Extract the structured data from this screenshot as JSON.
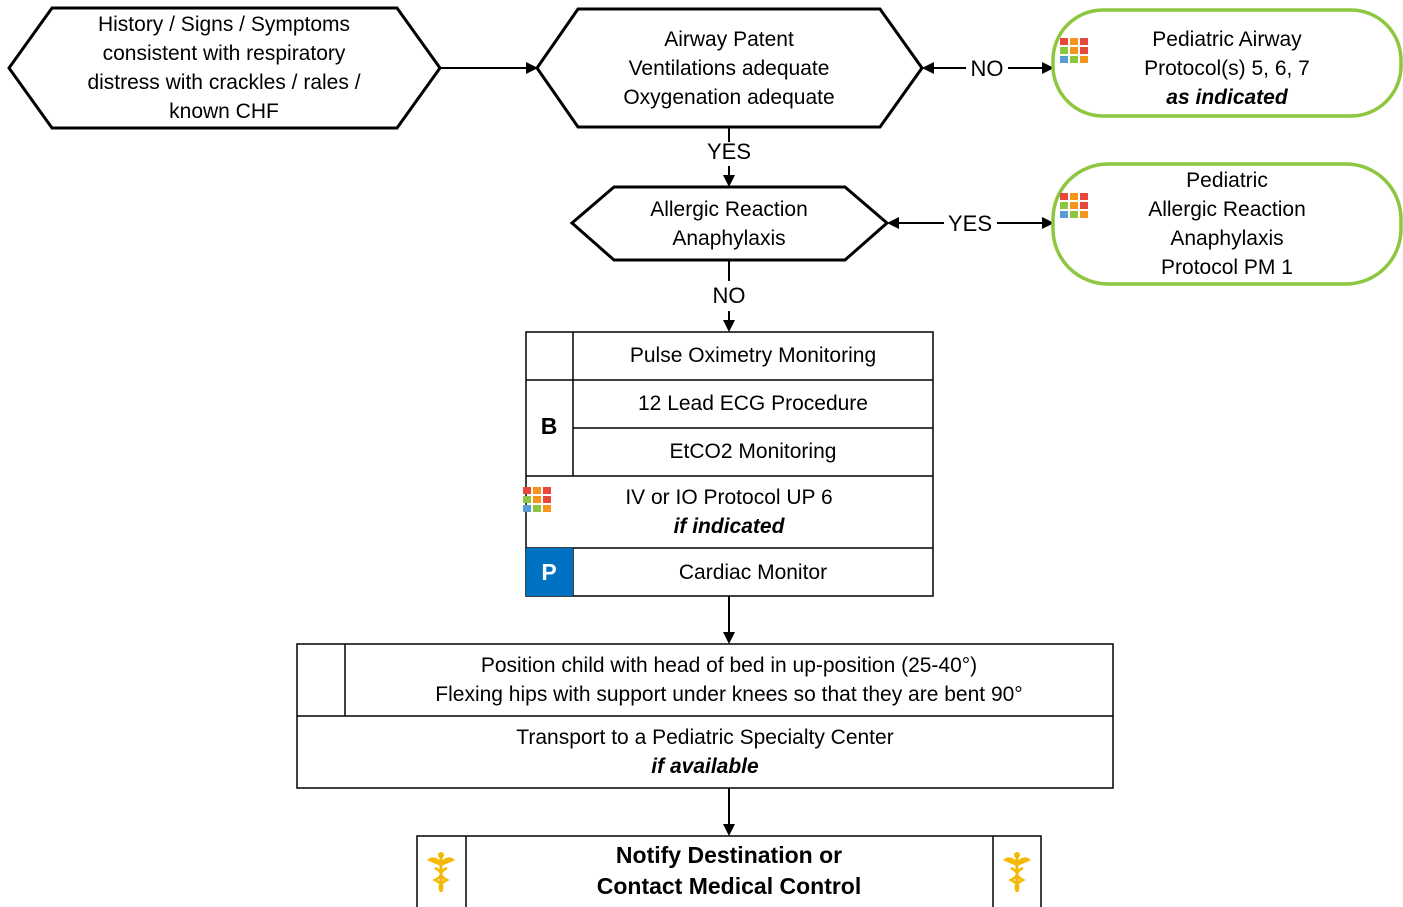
{
  "nodes": {
    "history": {
      "lines": [
        "History / Signs / Symptoms",
        "consistent with respiratory",
        "distress with crackles / rales /",
        "known CHF"
      ]
    },
    "airway": {
      "lines": [
        "Airway Patent",
        "Ventilations adequate",
        "Oxygenation adequate"
      ]
    },
    "airway_protocol": {
      "lines": [
        "Pediatric Airway",
        "Protocol(s) 5, 6, 7"
      ],
      "emphasis": "as indicated",
      "icon": "protocol-grid-icon"
    },
    "allergic": {
      "lines": [
        "Allergic Reaction",
        "Anaphylaxis"
      ]
    },
    "allergic_protocol": {
      "lines": [
        "Pediatric",
        "Allergic Reaction",
        "Anaphylaxis",
        "Protocol PM 1"
      ],
      "icon": "protocol-grid-icon"
    }
  },
  "edges": {
    "no_label": "NO",
    "yes_label": "YES",
    "yes_down": "YES",
    "no_down": "NO"
  },
  "treatment_box": {
    "level_b": "B",
    "level_p": "P",
    "pulse_ox": "Pulse Oximetry Monitoring",
    "ecg": "12 Lead ECG Procedure",
    "etco2": "EtCO2 Monitoring",
    "iv_io": "IV or IO Protocol UP 6",
    "iv_io_emphasis": "if indicated",
    "cardiac": "Cardiac Monitor"
  },
  "position_box": {
    "line1": "Position child with head of bed in up-position (25-40°)",
    "line2": "Flexing hips with support under knees so that they are bent 90°",
    "transport": "Transport to a Pediatric Specialty Center",
    "transport_emphasis": "if available"
  },
  "notify_box": {
    "line1": "Notify Destination or",
    "line2": "Contact Medical Control",
    "icon": "caduceus-icon"
  },
  "colors": {
    "protocol_border": "#8dc63f",
    "paramedic_fill": "#0070c0",
    "caduceus": "#f5b800",
    "grid_colors": [
      "#e8473c",
      "#f7941d",
      "#e8473c",
      "#8dc63f",
      "#f7941d",
      "#e8473c",
      "#5b9bd5",
      "#8dc63f",
      "#f7941d"
    ]
  }
}
